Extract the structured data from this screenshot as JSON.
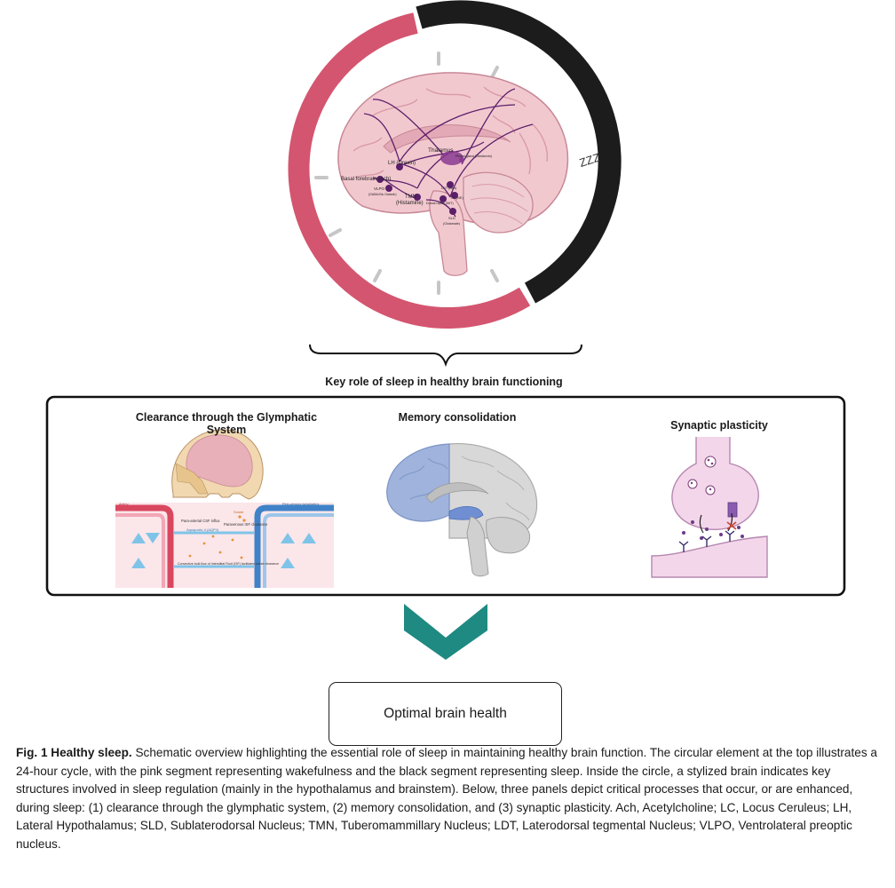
{
  "colors": {
    "wake_segment": "#d4556f",
    "sleep_segment": "#1c1c1c",
    "brain_fill": "#f2c8cf",
    "brain_stroke": "#c78896",
    "nerve": "#5b1f6a",
    "memory_blue": "#9fb3dc",
    "synapse": "#f3d6ea",
    "teal_arrow": "#1e8a82",
    "hour_tick": "#c6c6c6"
  },
  "clock": {
    "sleep_icon": "ZZZ"
  },
  "brain_labels": {
    "thalamus": "Thalamus",
    "pineal": "Pineal gland (Melatonin)",
    "lh": "LH (Orexin)",
    "basal_forebrain": "Basal forebrain (Ach)",
    "vlpo": "VLPO",
    "vlpo_sub": "(GABA/Glu Galanin)",
    "tmn": "TMN",
    "tmn_sub": "(Histamine)",
    "ldt": "LDT (Ach)",
    "lc": "LC (NE)",
    "raphe": "Dorsal raphe (5HT)",
    "sld": "SLD",
    "sld_sub": "(Glutamate)"
  },
  "key_role_label": "Key role of sleep in healthy brain functioning",
  "panels": [
    {
      "title": "Clearance through the Glymphatic System"
    },
    {
      "title": "Memory consolidation"
    },
    {
      "title": "Synaptic plasticity"
    }
  ],
  "glymphatic_labels": {
    "artery": "Artery",
    "perivenous": "Peri-venous lymphatics",
    "para_arterial": "Para-arterial CSF influx",
    "paravenous": "Paravenous ISF clearance",
    "aquaporin": "Aquaporin-4 (AQP4)",
    "solute": "Solute",
    "convective": "Convective bulk flow of Interstitial Fluid (ISF) facilitates solute clearance"
  },
  "outcome": "Optimal brain health",
  "caption": {
    "fig_num": "Fig. 1",
    "heading": "Healthy sleep.",
    "body": "Schematic overview highlighting the essential role of sleep in maintaining healthy brain function. The circular element at the top illustrates a 24-hour cycle, with the pink segment representing wakefulness and the black segment representing sleep. Inside the circle, a stylized brain indicates key structures involved in sleep regulation (mainly in the hypothalamus and brainstem). Below, three panels depict critical processes that occur, or are enhanced, during sleep: (1) clearance through the glymphatic system, (2) memory consolidation, and (3) synaptic plasticity. Ach, Acetylcholine; LC, Locus Ceruleus; LH, Lateral Hypothalamus; SLD, Sublaterodorsal Nucleus; TMN,  Tuberomammillary Nucleus; LDT, Laterodorsal tegmental Nucleus; VLPO, Ventrolateral preoptic nucleus."
  }
}
